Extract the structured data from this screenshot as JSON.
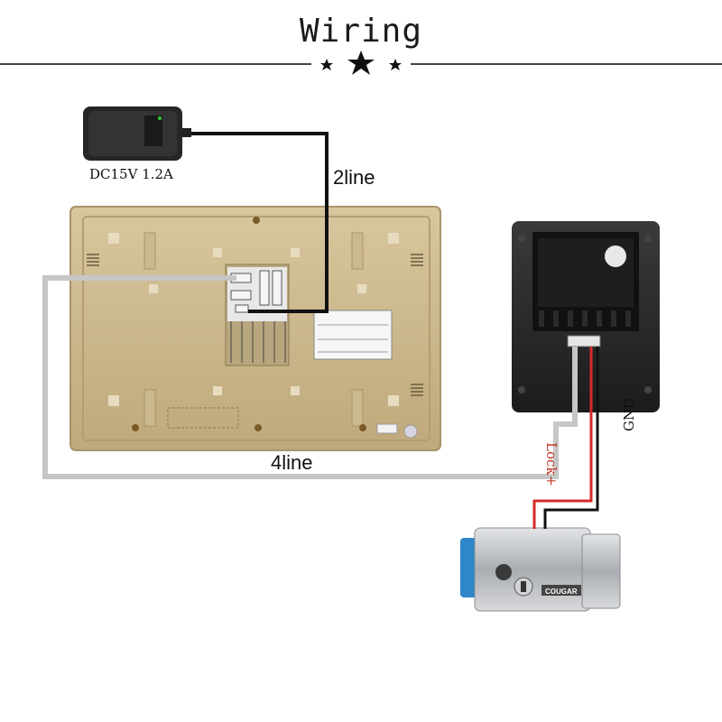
{
  "title": "Wiring",
  "power_supply": {
    "label": "DC15V 1.2A"
  },
  "wires": {
    "power_line_label": "2line",
    "camera_line_label": "4line"
  },
  "lock_wires": {
    "positive_label": "Lock+",
    "ground_label": "GND"
  },
  "lock": {
    "brand": "COUGAR"
  },
  "colors": {
    "monitor_gold": "#c9b58c",
    "camera_body": "#2a2a2a",
    "wire_black": "#111111",
    "wire_gray": "#c6c6c6",
    "wire_red": "#d42a2a",
    "lock_blue": "#2f86c9",
    "lock_steel": "#b9bcbf"
  },
  "icons": [
    "star-icon",
    "power-adapter-icon",
    "monitor-back-icon",
    "door-camera-icon",
    "electric-lock-icon"
  ]
}
